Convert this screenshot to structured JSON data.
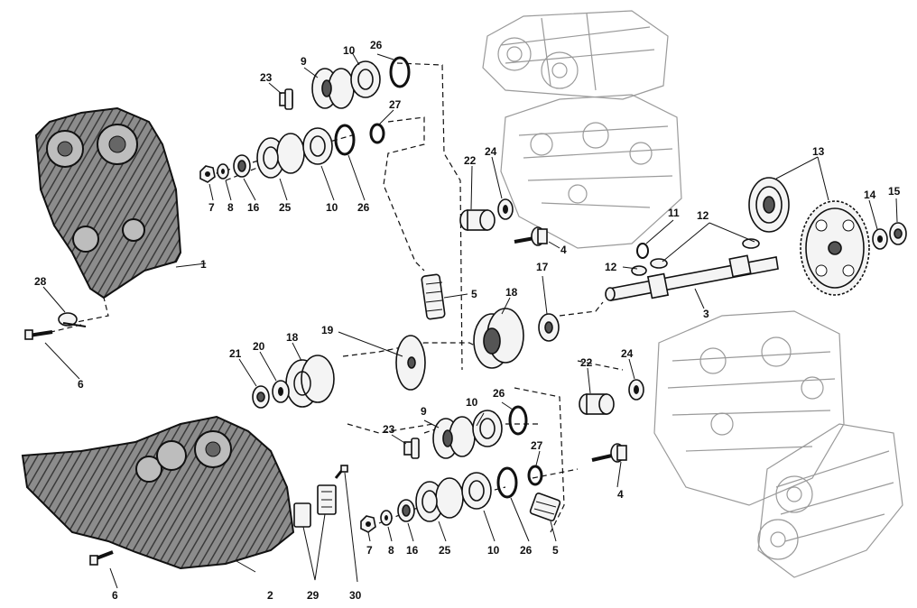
{
  "labels": {
    "l1": "1",
    "l2": "2",
    "l3": "3",
    "l4a": "4",
    "l4b": "4",
    "l5a": "5",
    "l5b": "5",
    "l6a": "6",
    "l6b": "6",
    "l7a": "7",
    "l7b": "7",
    "l8a": "8",
    "l8b": "8",
    "l9a": "9",
    "l9b": "9",
    "l10a": "10",
    "l10b": "10",
    "l10c": "10",
    "l10d": "10",
    "l11": "11",
    "l12a": "12",
    "l12b": "12",
    "l13": "13",
    "l14": "14",
    "l15": "15",
    "l16a": "16",
    "l16b": "16",
    "l17": "17",
    "l18a": "18",
    "l18b": "18",
    "l19": "19",
    "l20": "20",
    "l21": "21",
    "l22a": "22",
    "l22b": "22",
    "l23a": "23",
    "l23b": "23",
    "l24a": "24",
    "l24b": "24",
    "l25a": "25",
    "l25b": "25",
    "l26a": "26",
    "l26b": "26",
    "l26c": "26",
    "l26d": "26",
    "l27a": "27",
    "l27b": "27",
    "l28": "28",
    "l29": "29",
    "l30": "30"
  }
}
